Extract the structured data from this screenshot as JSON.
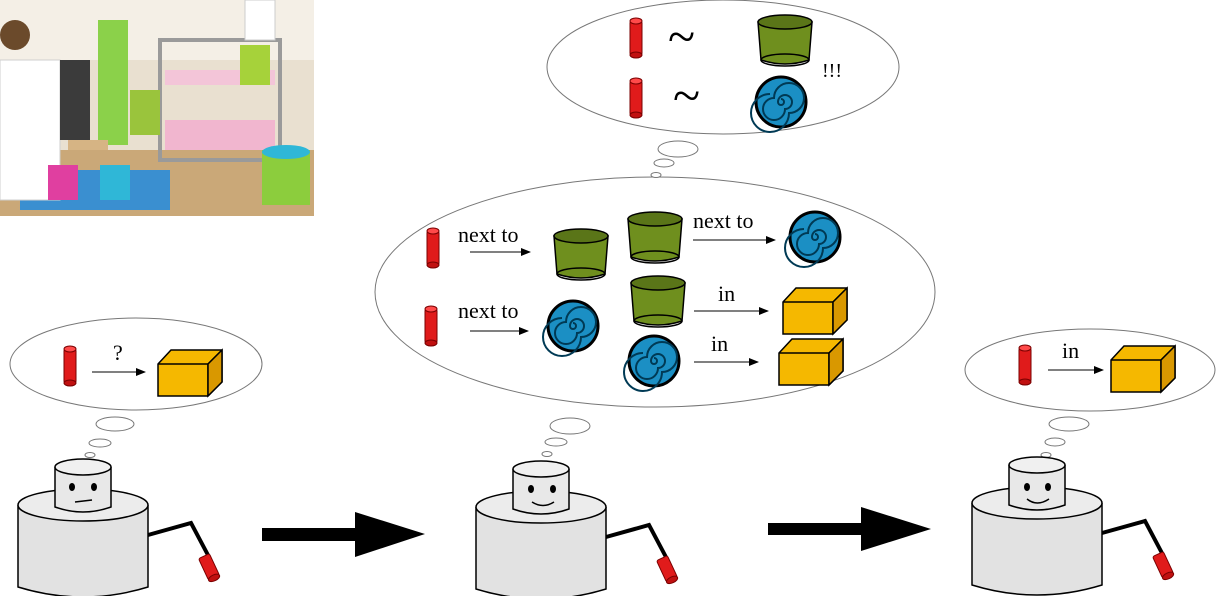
{
  "labels": {
    "next_to": "next to",
    "in": "in",
    "question": "?",
    "tilde": "~",
    "exclaim": "!!!"
  },
  "stages": [
    {
      "relation": "?"
    },
    {
      "relations": [
        "next to",
        "next to",
        "next to",
        "in",
        "in"
      ]
    },
    {
      "relation": "in"
    }
  ],
  "colors": {
    "red_object": "#e01b1b",
    "green_bin": "#6f8f1e",
    "blue_spiral": "#1b8fc4",
    "yellow_box": "#f5b800",
    "robot_body": "#e4e4e4",
    "arrow": "#000000"
  },
  "photo": {
    "description_icon": "kids-room-photo"
  }
}
